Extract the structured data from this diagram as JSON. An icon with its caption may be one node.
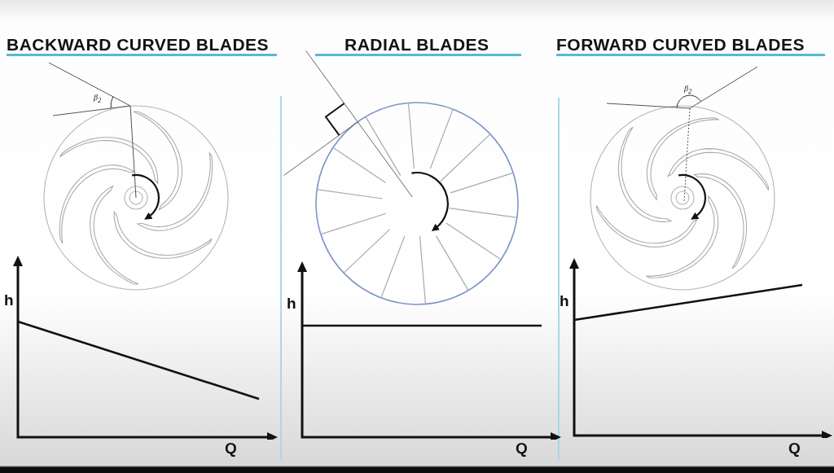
{
  "diagram": {
    "labels": [
      "BACKWARD CURVED BLADES",
      "β$_{2}$",
      "h",
      "Q",
      "RADIAL BLADES",
      "h",
      "Q",
      "FORWARD CURVED BLADES",
      "β$_{2}$",
      "h",
      "Q"
    ]
  }
}
